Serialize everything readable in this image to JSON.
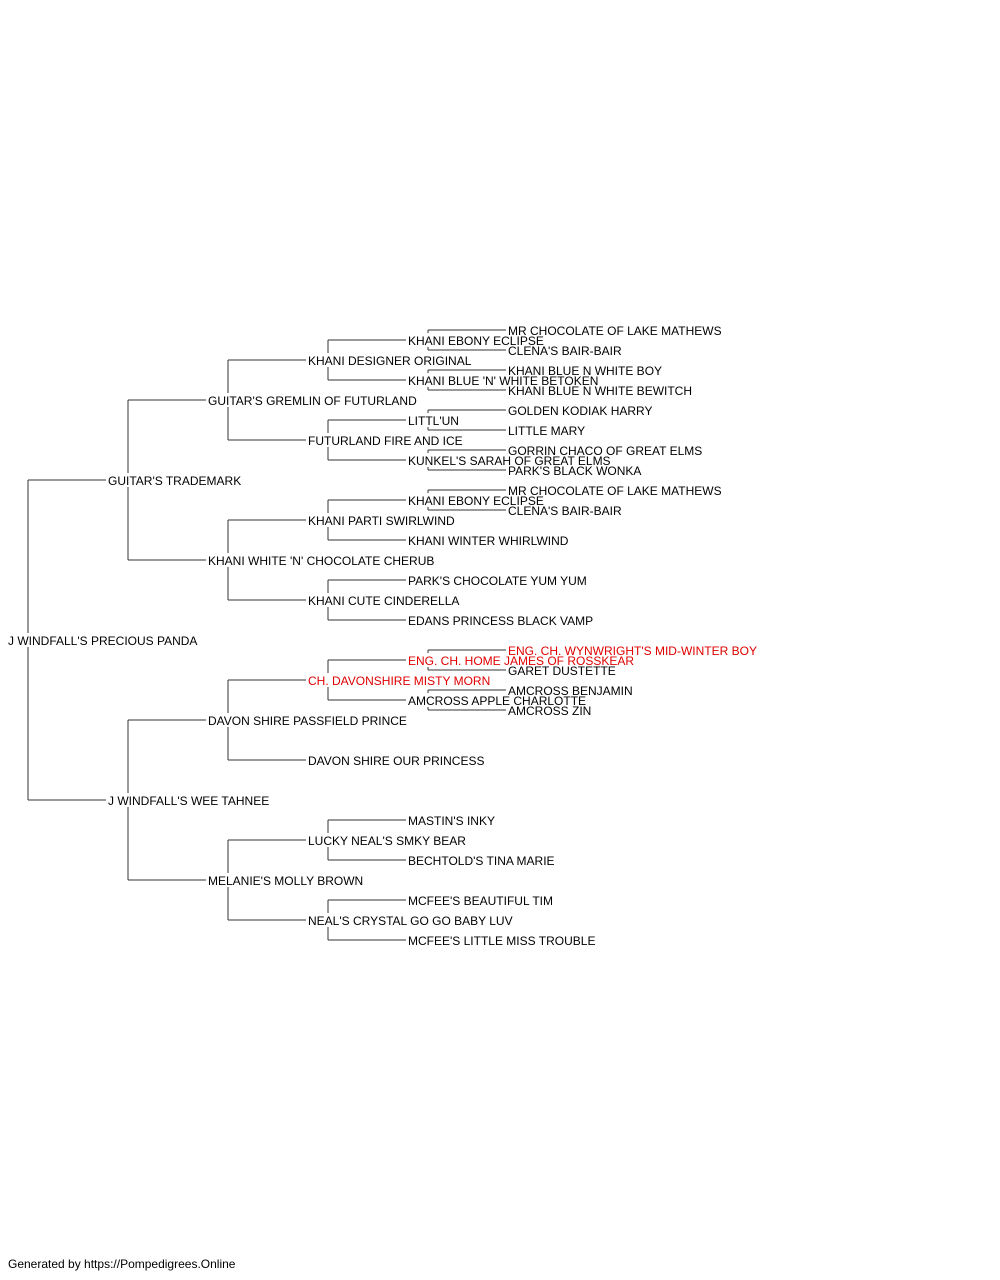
{
  "colors": {
    "line": "#333333",
    "text": "#000000",
    "champion": "#e00000"
  },
  "pedigree": {
    "name": "J WINDFALL'S PRECIOUS PANDA",
    "sire": {
      "name": "GUITAR'S TRADEMARK",
      "sire": {
        "name": "GUITAR'S GREMLIN OF FUTURLAND",
        "sire": {
          "name": "KHANI DESIGNER ORIGINAL",
          "sire": {
            "name": "KHANI EBONY ECLIPSE",
            "sire": {
              "name": "MR CHOCOLATE OF LAKE MATHEWS"
            },
            "dam": {
              "name": "CLENA'S BAIR-BAIR"
            }
          },
          "dam": {
            "name": "KHANI BLUE 'N' WHITE BETOKEN",
            "sire": {
              "name": "KHANI BLUE N WHITE BOY"
            },
            "dam": {
              "name": "KHANI BLUE N WHITE BEWITCH"
            }
          }
        },
        "dam": {
          "name": "FUTURLAND FIRE AND ICE",
          "sire": {
            "name": "LITTL'UN",
            "sire": {
              "name": "GOLDEN KODIAK HARRY"
            },
            "dam": {
              "name": "LITTLE MARY"
            }
          },
          "dam": {
            "name": "KUNKEL'S SARAH OF GREAT ELMS",
            "sire": {
              "name": "GORRIN CHACO OF GREAT ELMS"
            },
            "dam": {
              "name": "PARK'S BLACK WONKA"
            }
          }
        }
      },
      "dam": {
        "name": "KHANI WHITE 'N' CHOCOLATE CHERUB",
        "sire": {
          "name": "KHANI PARTI SWIRLWIND",
          "sire": {
            "name": "KHANI EBONY ECLIPSE",
            "sire": {
              "name": "MR CHOCOLATE OF LAKE MATHEWS"
            },
            "dam": {
              "name": "CLENA'S BAIR-BAIR"
            }
          },
          "dam": {
            "name": "KHANI WINTER WHIRLWIND"
          }
        },
        "dam": {
          "name": "KHANI CUTE CINDERELLA",
          "sire": {
            "name": "PARK'S CHOCOLATE YUM YUM"
          },
          "dam": {
            "name": "EDANS PRINCESS BLACK VAMP"
          }
        }
      }
    },
    "dam": {
      "name": "J WINDFALL'S WEE TAHNEE",
      "sire": {
        "name": "DAVON SHIRE PASSFIELD PRINCE",
        "sire": {
          "name": "CH. DAVONSHIRE MISTY MORN",
          "champion": true,
          "sire": {
            "name": "ENG. CH. HOME JAMES OF ROSSKEAR",
            "champion": true,
            "sire": {
              "name": "ENG. CH. WYNWRIGHT'S MID-WINTER BOY",
              "champion": true
            },
            "dam": {
              "name": "GARET DUSTETTE"
            }
          },
          "dam": {
            "name": "AMCROSS APPLE CHARLOTTE",
            "sire": {
              "name": "AMCROSS BENJAMIN"
            },
            "dam": {
              "name": "AMCROSS ZIN"
            }
          }
        },
        "dam": {
          "name": "DAVON SHIRE OUR PRINCESS"
        }
      },
      "dam": {
        "name": "MELANIE'S MOLLY BROWN",
        "sire": {
          "name": "LUCKY NEAL'S SMKY BEAR",
          "sire": {
            "name": "MASTIN'S INKY"
          },
          "dam": {
            "name": "BECHTOLD'S TINA MARIE"
          }
        },
        "dam": {
          "name": "NEAL'S CRYSTAL GO GO BABY LUV",
          "sire": {
            "name": "MCFEE'S BEAUTIFUL TIM"
          },
          "dam": {
            "name": "MCFEE'S LITTLE MISS TROUBLE"
          }
        }
      }
    }
  },
  "footer": {
    "text": "Generated by https://Pompedigrees.Online"
  }
}
